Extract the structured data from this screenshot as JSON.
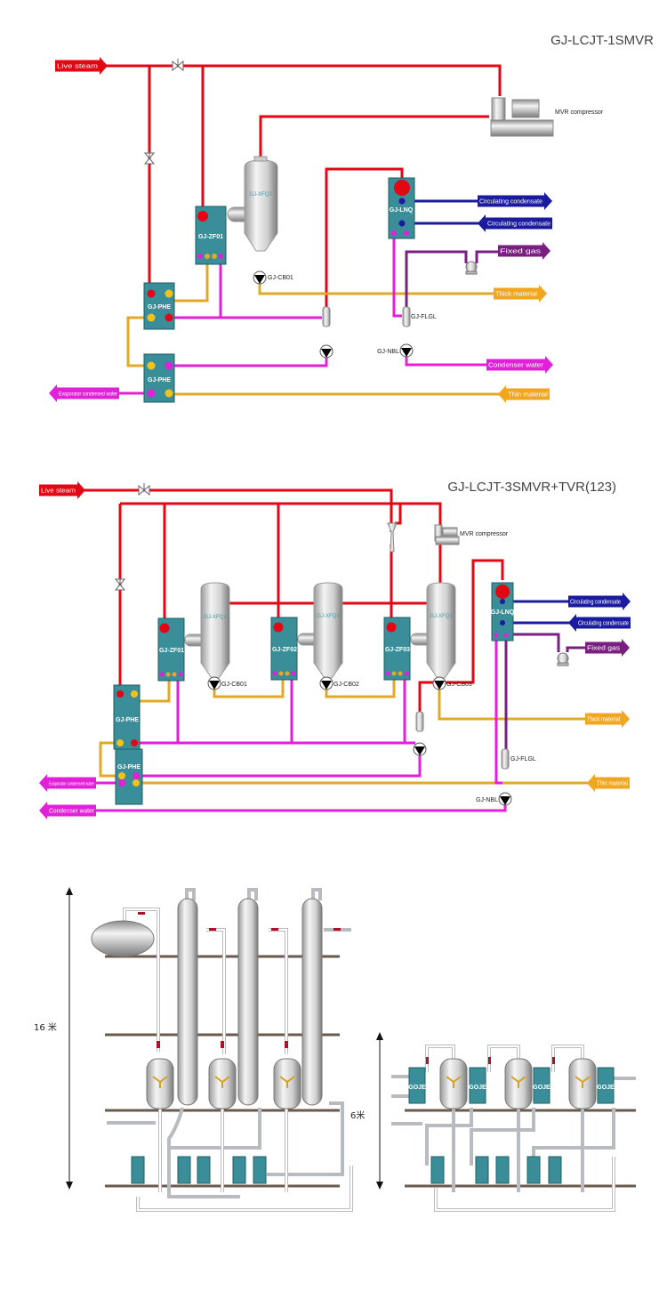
{
  "colors": {
    "steam": "#e30613",
    "material": "#e1a928",
    "condensate_water": "#e21fd9",
    "circulating": "#1b1ba0",
    "fixed_gas": "#7a1f82",
    "equipment": "#3a8e99"
  },
  "diagram1": {
    "title": "GJ-LCJT-1SMVR",
    "streams": {
      "live_steam": "Live steam",
      "circ_out": "Circulating condensate",
      "circ_in": "Circulating condensate",
      "fixed_gas": "Fixed gas",
      "thick": "Thick material",
      "condenser": "Condenser water",
      "thin": "Thin material",
      "evap_cond": "Evaporator condensed water"
    },
    "equipment": {
      "compressor": "MVR compressor",
      "separator": "GJ-XFQ1",
      "evaporator": "GJ-ZF01",
      "condenser": "GJ-LNQ",
      "pump_cb": "GJ-CB01",
      "phe1": "GJ-PHE",
      "phe2": "GJ-PHE",
      "flgl": "GJ-FLGL",
      "nbl": "GJ-NBL"
    }
  },
  "diagram2": {
    "title": "GJ-LCJT-3SMVR+TVR(123)",
    "streams": {
      "live_steam": "Live steam",
      "circ_out": "Circulating condensate",
      "circ_in": "Circulating condensate",
      "fixed_gas": "Fixed gas",
      "thick": "Thick material",
      "thin": "Thin material",
      "evap_cond": "Evaporator condensed water",
      "condenser": "Condenser water"
    },
    "equipment": {
      "compressor": "MVR compressor",
      "sep1": "GJ-XFQ1",
      "sep2": "GJ-XFQ1",
      "sep3": "GJ-XFQ1",
      "zf1": "GJ-ZF01",
      "zf2": "GJ-ZF02",
      "zf3": "GJ-ZF03",
      "cb1": "GJ-CB01",
      "cb2": "GJ-CB02",
      "cb3": "GJ-CB03",
      "lnq": "GJ-LNQ",
      "phe1": "GJ-PHE",
      "phe2": "GJ-PHE",
      "flgl": "GJ-FLGL",
      "nbl": "GJ-NBL"
    }
  },
  "illustration": {
    "height_left": "16 米",
    "height_right": "6米",
    "plate_logo": "GOJE"
  }
}
